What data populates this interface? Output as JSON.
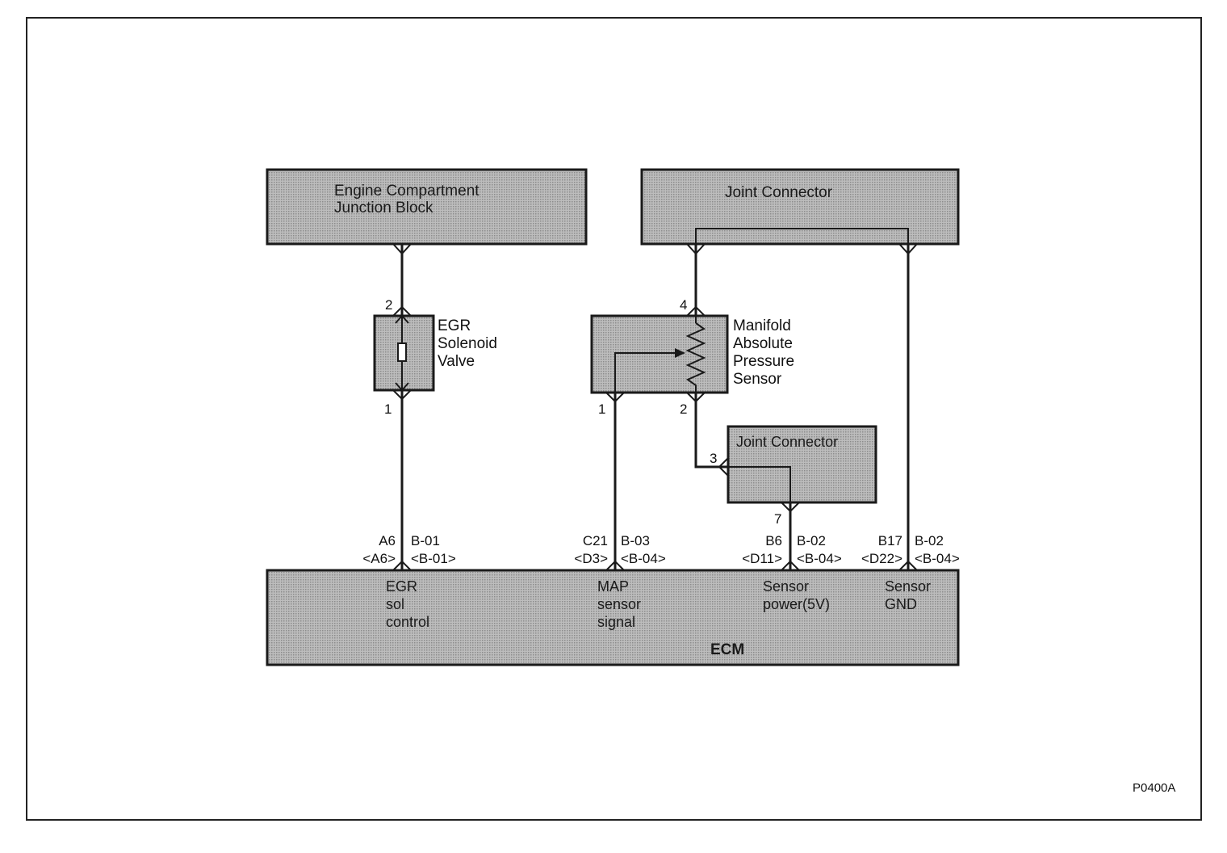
{
  "components": {
    "engine_junction_block": {
      "line1": "Engine Compartment",
      "line2": "Junction Block"
    },
    "joint_connector_top": {
      "label": "Joint Connector"
    },
    "egr_solenoid": {
      "line1": "EGR",
      "line2": "Solenoid",
      "line3": "Valve",
      "pin_top": "2",
      "pin_bottom": "1"
    },
    "map_sensor": {
      "line1": "Manifold",
      "line2": "Absolute",
      "line3": "Pressure",
      "line4": "Sensor",
      "pin_top": "4",
      "pin_left": "1",
      "pin_right": "2"
    },
    "joint_connector_small": {
      "label": "Joint Connector",
      "pin_in": "3",
      "pin_out": "7"
    },
    "ecm": {
      "label": "ECM",
      "terminals": [
        {
          "pin": "A6",
          "pin_alt": "<A6>",
          "conn": "B-01",
          "conn_alt": "<B-01>",
          "func1": "EGR",
          "func2": "sol",
          "func3": "control"
        },
        {
          "pin": "C21",
          "pin_alt": "<D3>",
          "conn": "B-03",
          "conn_alt": "<B-04>",
          "func1": "MAP",
          "func2": "sensor",
          "func3": "signal"
        },
        {
          "pin": "B6",
          "pin_alt": "<D11>",
          "conn": "B-02",
          "conn_alt": "<B-04>",
          "func1": "Sensor",
          "func2": "power(5V)"
        },
        {
          "pin": "B17",
          "pin_alt": "<D22>",
          "conn": "B-02",
          "conn_alt": "<B-04>",
          "func1": "Sensor",
          "func2": "GND"
        }
      ]
    }
  },
  "figure_code": "P0400A",
  "colors": {
    "box_fill": "#b4b4b4",
    "line": "#1a1a1a",
    "frame": "#222222"
  }
}
